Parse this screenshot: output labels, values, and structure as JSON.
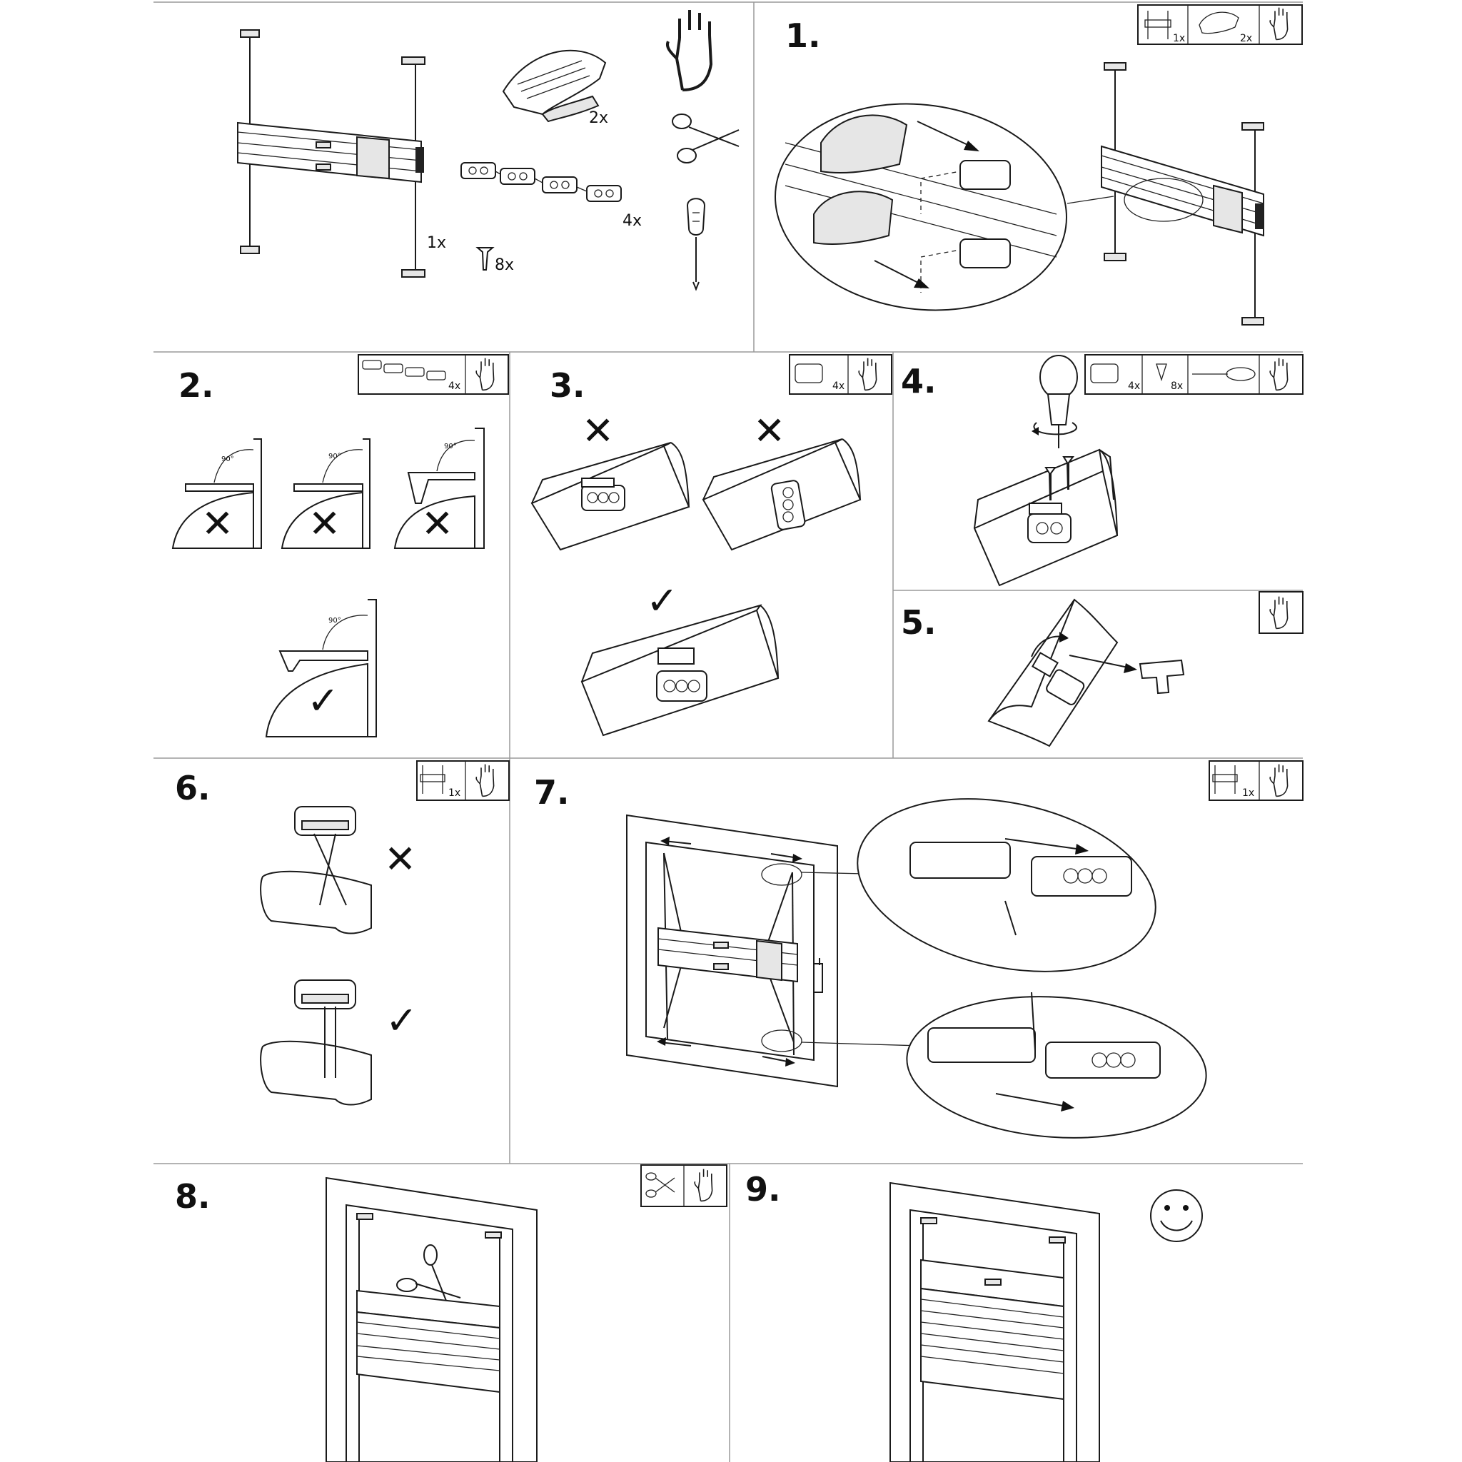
{
  "steps": {
    "s1": "1.",
    "s2": "2.",
    "s3": "3.",
    "s4": "4.",
    "s5": "5.",
    "s6": "6.",
    "s7": "7.",
    "s8": "8.",
    "s9": "9."
  },
  "parts": {
    "blind_qty": "1x",
    "clip_qty": "2x",
    "bracket_qty": "4x",
    "screw_qty": "8x"
  },
  "tool_boxes": {
    "step1": [
      "1x",
      "2x"
    ],
    "step2": [
      "4x"
    ],
    "step3": [
      "4x"
    ],
    "step4": [
      "4x",
      "8x"
    ],
    "step6": [
      "1x"
    ],
    "step7": [
      "1x"
    ]
  },
  "angle_label": "90°",
  "marks": {
    "wrong": "✕",
    "right": "✓"
  },
  "icons": [
    "hand-icon",
    "scissors-icon",
    "screwdriver-icon",
    "smiley-icon"
  ]
}
